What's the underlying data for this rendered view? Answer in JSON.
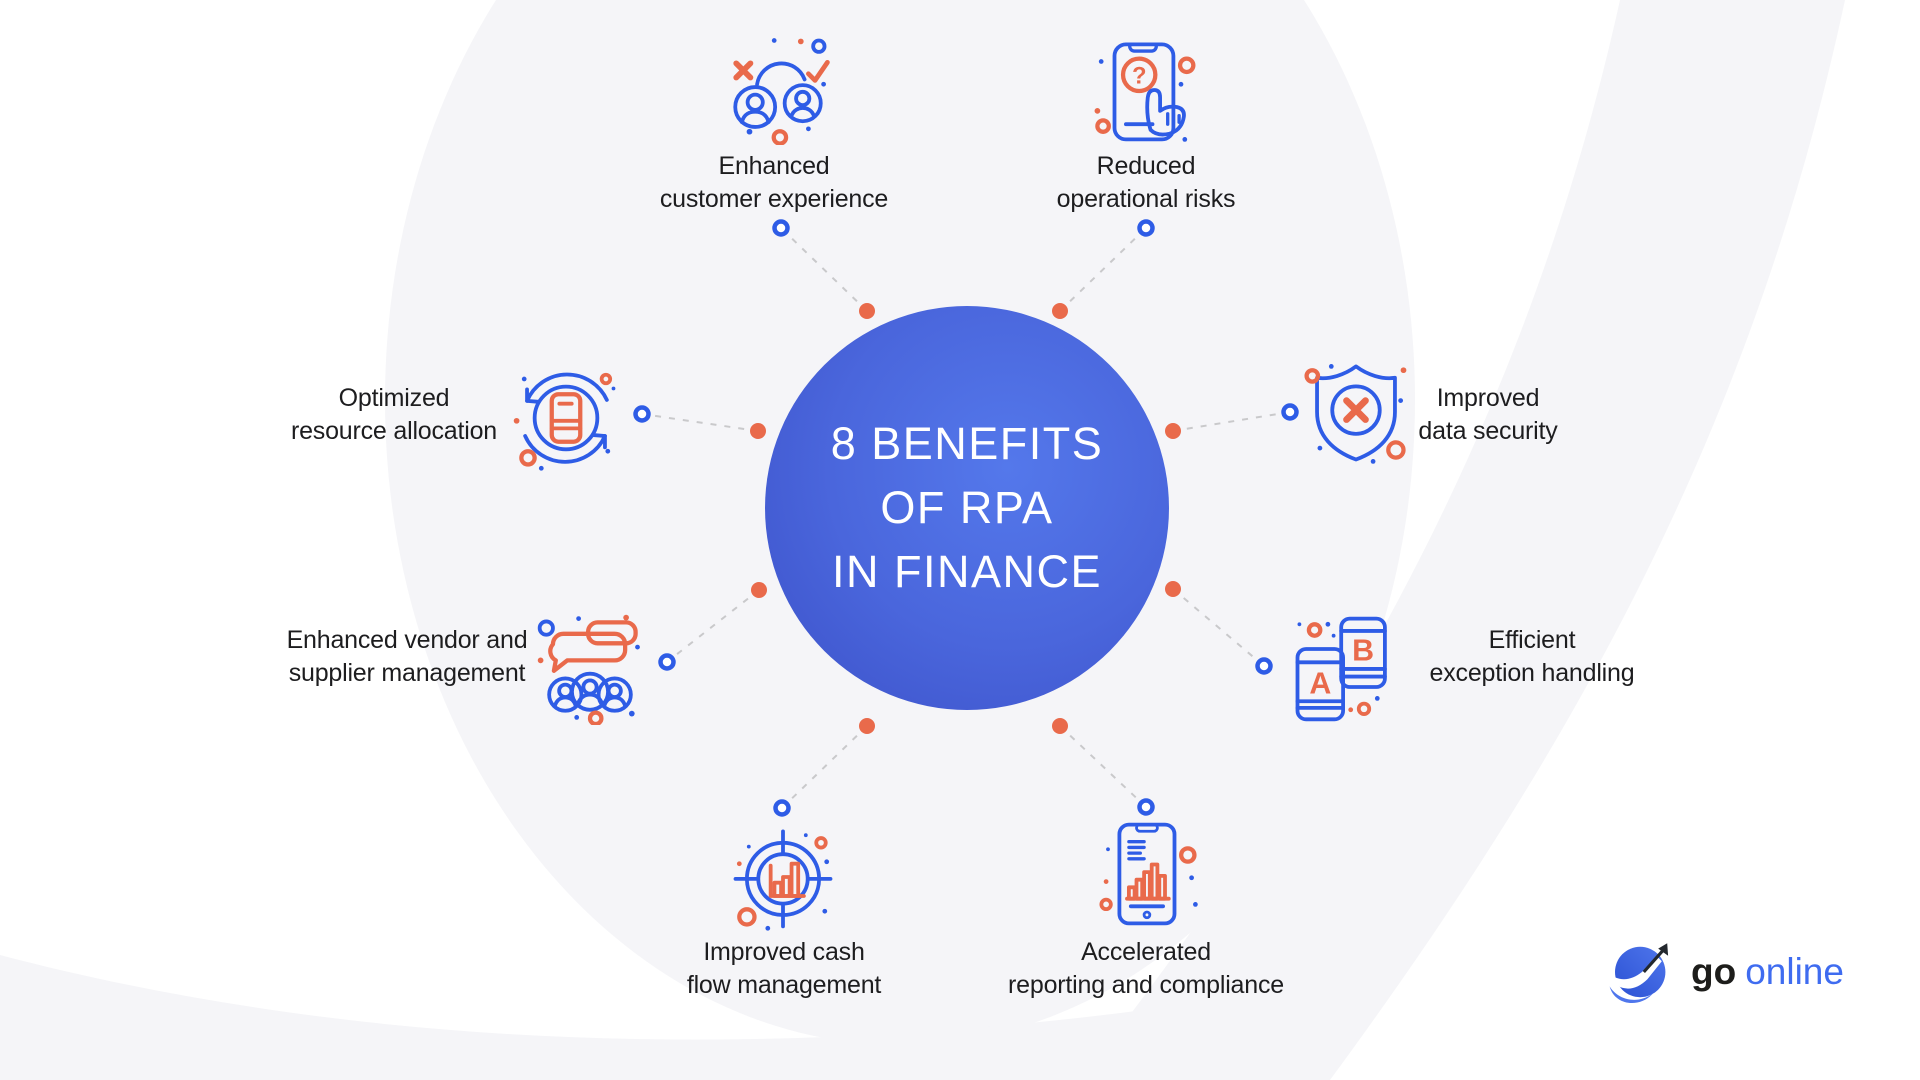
{
  "center": {
    "lines": [
      "8 BENEFITS",
      "OF RPA",
      "IN FINANCE"
    ]
  },
  "benefits": [
    {
      "id": "enhanced-customer-experience",
      "icon": "customer-experience-icon",
      "lines": [
        "Enhanced",
        "customer experience"
      ]
    },
    {
      "id": "reduced-operational-risks",
      "icon": "reduced-risks-icon",
      "lines": [
        "Reduced",
        "operational risks"
      ]
    },
    {
      "id": "optimized-resource-allocation",
      "icon": "resource-allocation-icon",
      "lines": [
        "Optimized",
        "resource allocation"
      ]
    },
    {
      "id": "improved-data-security",
      "icon": "data-security-icon",
      "lines": [
        "Improved",
        "data security"
      ]
    },
    {
      "id": "enhanced-vendor-supplier-management",
      "icon": "vendor-management-icon",
      "lines": [
        "Enhanced vendor and",
        "supplier management"
      ]
    },
    {
      "id": "efficient-exception-handling",
      "icon": "exception-handling-icon",
      "lines": [
        "Efficient",
        "exception handling"
      ]
    },
    {
      "id": "improved-cash-flow-management",
      "icon": "cash-flow-icon",
      "lines": [
        "Improved cash",
        "flow management"
      ]
    },
    {
      "id": "accelerated-reporting-compliance",
      "icon": "reporting-compliance-icon",
      "lines": [
        "Accelerated",
        "reporting and compliance"
      ]
    }
  ],
  "icon_text": {
    "question_mark": "?",
    "letter_a": "A",
    "letter_b": "B"
  },
  "logo": {
    "word1": "go",
    "word2": "online"
  },
  "colors": {
    "blue": "#2E5CE6",
    "orange": "#E96A4B",
    "dash": "#C9C9CB",
    "text": "#1D1D1F",
    "bg_tint": "#F5F5F8",
    "circle_grad_light": "#5478EB",
    "circle_grad_mid": "#4A66DC",
    "circle_grad_dark": "#3B50C8",
    "logo_dark": "#1D1D1B",
    "logo_blue": "#3F6CF0",
    "logo_ball_light": "#4F76EC",
    "logo_ball_dark": "#2B51D3",
    "logo_arrow": "#23282E"
  }
}
